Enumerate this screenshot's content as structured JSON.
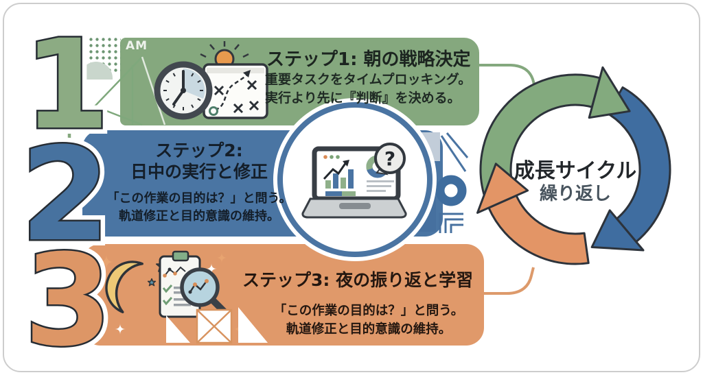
{
  "canvas": {
    "background": "#ffffff",
    "frame_border": "#cdcdcd"
  },
  "palette": {
    "step1_green": "#85a87e",
    "step2_blue": "#4a75a3",
    "step3_orange": "#e0996a",
    "arrow_green": "#83aa7e",
    "arrow_blue": "#3f6da0",
    "arrow_orange": "#e39566",
    "dark_outline": "#2d333b",
    "moon_yellow": "#edc976",
    "sun_orange": "#e89a4e"
  },
  "steps": [
    {
      "number": "1",
      "time_label": "AM",
      "title": "ステップ1: 朝の戦略決定",
      "body_lines": [
        "重要タスクをタイムプロッキング。",
        "実行より先に『判断』を決める。"
      ]
    },
    {
      "number": "2",
      "title_lines": [
        "ステップ2:",
        "日中の実行と修正"
      ],
      "body_lines": [
        "「この作業の目的は？」と問う。",
        "軌道修正と目的意識の維持。"
      ]
    },
    {
      "number": "3",
      "title": "ステップ3: 夜の振り返と学習",
      "body_lines": [
        "「この作業の目的は？」と問う。",
        "軌道修正と目的意識の維持。"
      ]
    }
  ],
  "cycle": {
    "title": "成長サイクル",
    "subtitle": "繰り返し"
  },
  "center_icon": {
    "question_mark": "?"
  }
}
